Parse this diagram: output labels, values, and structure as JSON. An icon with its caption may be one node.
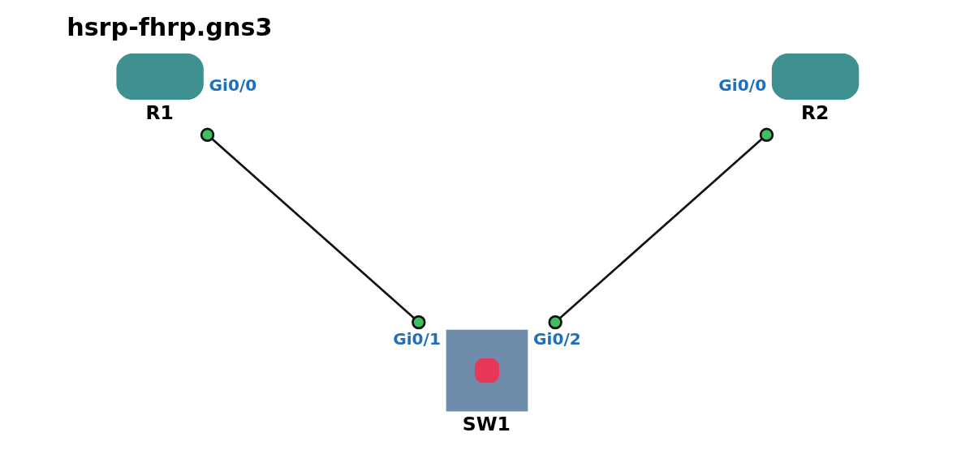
{
  "diagram": {
    "title": "hsrp-fhrp.gns3",
    "nodes": [
      {
        "text": [
          "R1"
        ],
        "beside": [
          "Gi0/0"
        ]
      },
      {
        "text": [
          "R2"
        ],
        "beside": [
          "Gi0/0"
        ]
      },
      {
        "text": [
          "SW1"
        ],
        "beside": [
          "Gi0/1",
          "Gi0/2"
        ]
      }
    ],
    "edges": [
      {
        "from": 0,
        "to": 2,
        "arrow": "other"
      },
      {
        "from": 1,
        "to": 2,
        "arrow": "other"
      }
    ]
  }
}
